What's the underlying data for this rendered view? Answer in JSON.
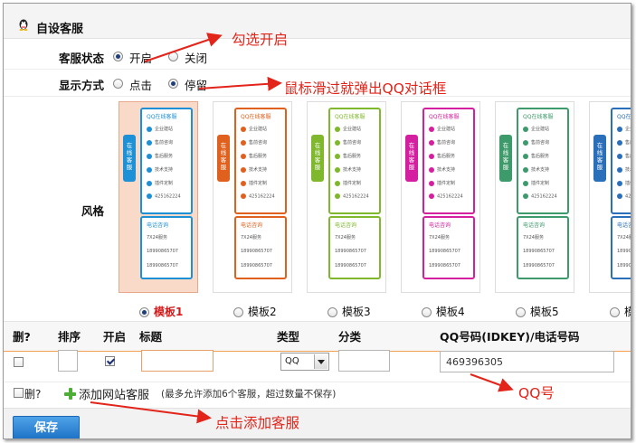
{
  "panel": {
    "title": "自设客服",
    "icon": "qq-penguin-icon"
  },
  "status": {
    "label": "客服状态",
    "on_label": "开启",
    "off_label": "关闭",
    "selected": "开启"
  },
  "display": {
    "label": "显示方式",
    "click_label": "点击",
    "hover_label": "停留",
    "selected": "停留"
  },
  "style": {
    "label": "风格",
    "templates": [
      {
        "name": "模板1",
        "color": "#1e90d6",
        "selected": true
      },
      {
        "name": "模板2",
        "color": "#e0601d",
        "selected": false
      },
      {
        "name": "模板3",
        "color": "#7fb82c",
        "selected": false
      },
      {
        "name": "模板4",
        "color": "#d41fa0",
        "selected": false
      },
      {
        "name": "模板5",
        "color": "#3d9a6a",
        "selected": false
      },
      {
        "name": "模",
        "color": "#2a6fba",
        "selected": false
      }
    ],
    "preview": {
      "tab_text": "在线客服",
      "header": "QQ在线客服",
      "items": [
        "企业建站",
        "售前咨询",
        "售后服务",
        "技术支持",
        "插件定制",
        "425162224"
      ],
      "phone_header": "电话咨询",
      "phone_items": [
        "7X24服务",
        "18990865707",
        "18990865707"
      ]
    }
  },
  "table": {
    "headers": {
      "delete": "删?",
      "order": "排序",
      "enabled": "开启",
      "title": "标题",
      "type": "类型",
      "category": "分类",
      "qq": "QQ号码(IDKEY)/电话号码"
    },
    "row": {
      "delete": false,
      "order": "",
      "enabled": true,
      "title": "",
      "type": "QQ",
      "category": "",
      "qq": "469396305"
    }
  },
  "add": {
    "delete_label": "删?",
    "link": "添加网站客服",
    "note": "(最多允许添加6个客服，超过数量不保存)"
  },
  "save_button": "保存",
  "annotations": {
    "check_open": "勾选开启",
    "hover_popup": "鼠标滑过就弹出QQ对话框",
    "qq_number": "QQ号",
    "click_add": "点击添加客服"
  },
  "colors": {
    "annotation": "#e2241a",
    "accent": "#1f73c7"
  }
}
